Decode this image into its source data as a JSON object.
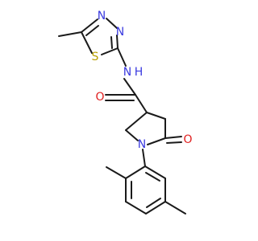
{
  "molecule": {
    "atoms": {
      "n_thiadiazole_1": "N",
      "n_thiadiazole_2": "N",
      "s_thiadiazole": "S",
      "n_amide": "N",
      "h_amide": "H",
      "o_amide": "O",
      "n_pyrrolidine": "N",
      "o_lactam": "O"
    },
    "colors": {
      "carbon_bond": "#1a1a1a",
      "nitrogen": "#3a3adf",
      "oxygen": "#e02020",
      "sulfur": "#b8a000"
    }
  }
}
